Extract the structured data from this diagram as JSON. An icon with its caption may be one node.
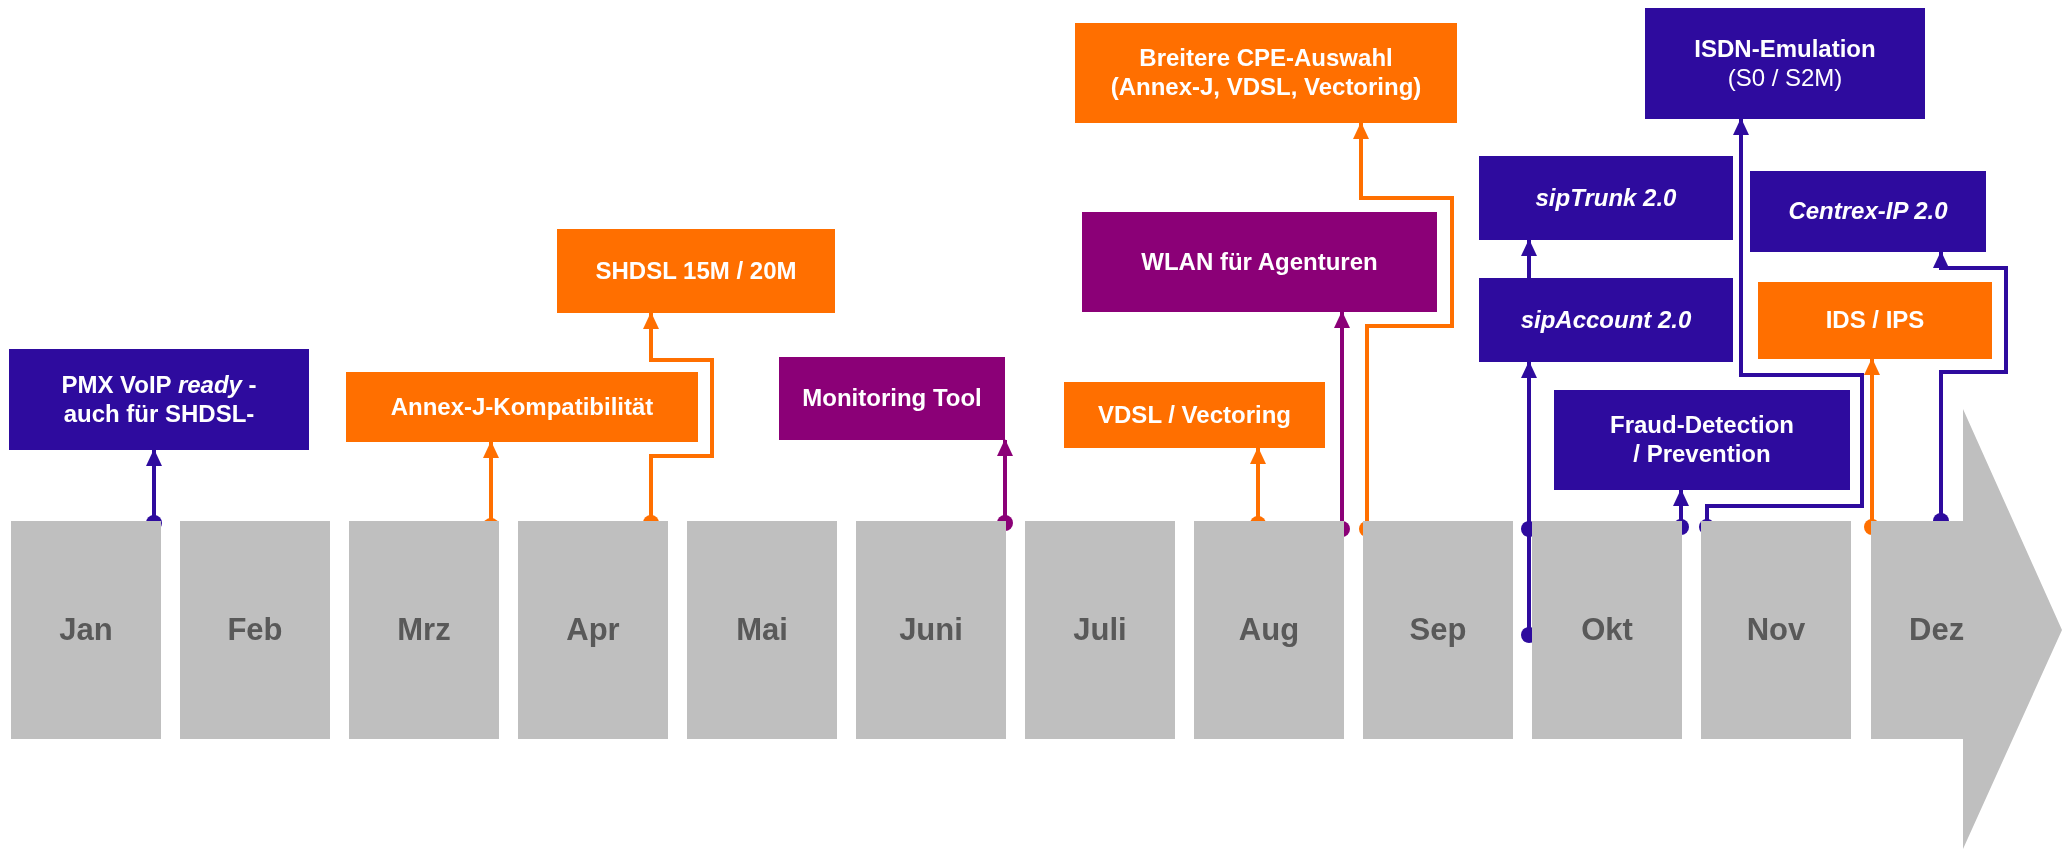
{
  "diagram": {
    "nodes": [
      {
        "text": [
          "Jan"
        ]
      },
      {
        "text": [
          "Feb"
        ]
      },
      {
        "text": [
          "Mrz"
        ]
      },
      {
        "text": [
          "Apr"
        ]
      },
      {
        "text": [
          "Mai"
        ]
      },
      {
        "text": [
          "Juni"
        ]
      },
      {
        "text": [
          "Juli"
        ]
      },
      {
        "text": [
          "Aug"
        ]
      },
      {
        "text": [
          "Sep"
        ]
      },
      {
        "text": [
          "Okt"
        ]
      },
      {
        "text": [
          "Nov"
        ]
      },
      {
        "text": [
          "Dez"
        ]
      },
      {
        "text": [
          "PMX VoIP *ready* -auch für SHDSL-"
        ]
      },
      {
        "text": [
          "Annex-J-Kompatibilität"
        ]
      },
      {
        "text": [
          "SHDSL 15M / 20M"
        ]
      },
      {
        "text": [
          "Monitoring Tool"
        ]
      },
      {
        "text": [
          "VDSL / Vectoring"
        ]
      },
      {
        "text": [
          "Breitere CPE-Auswahl (Annex-J, VDSL, Vectoring)"
        ]
      },
      {
        "text": [
          "WLAN für Agenturen"
        ]
      },
      {
        "text": [
          "ISDN-Emulation",
          "(S0 / S2M)"
        ]
      },
      {
        "text": [
          "sipTrunk 2.0"
        ]
      },
      {
        "text": [
          "Centrex-IP 2.0"
        ]
      },
      {
        "text": [
          "sipAccount 2.0"
        ]
      },
      {
        "text": [
          "IDS / IPS"
        ]
      },
      {
        "text": [
          "Fraud-Detection / Prevention"
        ]
      }
    ],
    "edges": [
      {
        "from": 0,
        "to": 12,
        "arrow": "to"
      },
      {
        "from": 2,
        "to": 13,
        "arrow": "to",
        "color": "#ff6f00"
      },
      {
        "from": 3,
        "to": 14,
        "arrow": "to",
        "color": "#ff6f00"
      },
      {
        "from": 5,
        "to": 15,
        "arrow": "to",
        "color": "#8b0077"
      },
      {
        "from": 7,
        "to": 16,
        "arrow": "to",
        "color": "#ff6f00"
      },
      {
        "from": 7,
        "to": 18,
        "arrow": "to",
        "color": "#8b0077"
      },
      {
        "from": 8,
        "to": 17,
        "arrow": "to",
        "color": "#ff6f00"
      },
      {
        "from": 9,
        "to": 22,
        "arrow": "to"
      },
      {
        "from": 22,
        "to": 20,
        "arrow": "to"
      },
      {
        "from": 9,
        "to": 24,
        "arrow": "to"
      },
      {
        "from": 10,
        "to": 19,
        "arrow": "to"
      },
      {
        "from": 11,
        "to": 23,
        "arrow": "to",
        "color": "#ff6f00"
      },
      {
        "from": 11,
        "to": 21,
        "arrow": "to"
      }
    ]
  }
}
